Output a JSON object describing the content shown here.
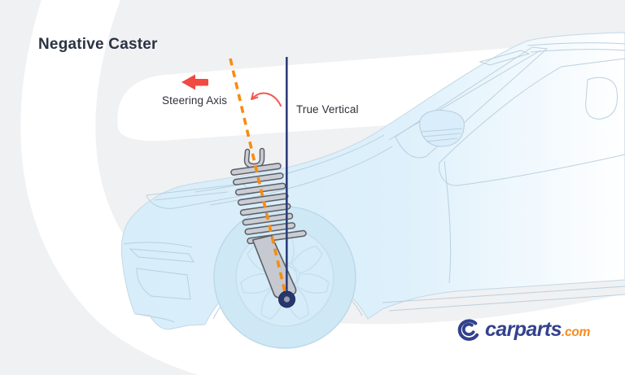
{
  "title": "Negative Caster",
  "labels": {
    "steering_axis": "Steering Axis",
    "true_vertical": "True Vertical"
  },
  "logo": {
    "brand": "carparts",
    "suffix": ".com"
  },
  "icons": {
    "left_arrow": "left-arrow-icon",
    "angle_arc": "angle-arc-icon",
    "logo_swirl": "carparts-swirl-icon"
  },
  "colors": {
    "background": "#f0f1f3",
    "swoosh": "#ffffff",
    "title_text": "#2b3343",
    "label_text": "#2e3138",
    "car_fill": "#d9eefa",
    "car_outline": "#b7cddc",
    "wheel_fill": "#cfe8f6",
    "steering_axis_orange": "#f78c12",
    "true_vertical_navy": "#2e3d7a",
    "arrow_red": "#f04a41",
    "arc_red": "#f2584e",
    "strut_fill": "#cacdd3",
    "strut_outline": "#5b5f66",
    "hub_navy": "#26376f",
    "logo_navy": "#33418d",
    "logo_orange": "#f68b1e"
  }
}
